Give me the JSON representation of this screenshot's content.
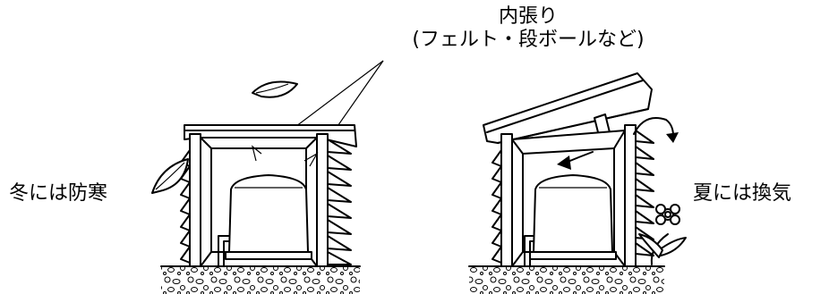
{
  "annotations": {
    "lining_title": "内張り",
    "lining_detail": "(フェルト・段ボールなど)",
    "winter_caption": "冬には防寒",
    "summer_caption": "夏には換気"
  },
  "icons": [
    "leaf-icon",
    "flower-icon",
    "arrow-icon"
  ]
}
